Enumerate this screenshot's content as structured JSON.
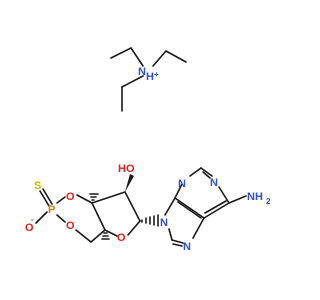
{
  "colors": {
    "bond": "#1a1a1a",
    "nitrogen": "#3050d8",
    "oxygen": "#e0201c",
    "phosphorus": "#e07a10",
    "sulfur": "#c8b400"
  },
  "triethylammonium": {
    "n_label": "N",
    "h_label": "H",
    "charge": "+"
  },
  "ribose_phosphate": {
    "s_label": "S",
    "p_label": "P",
    "o_ring_top": "O",
    "o_ring_bottom": "O",
    "o_minus_label": "O",
    "o_minus_charge": "-",
    "ho_label": "HO",
    "o_furanose": "O"
  },
  "adenine": {
    "n_a": "N",
    "n_b": "N",
    "n_c": "N",
    "n_d": "N",
    "n_e": "N",
    "nh2_label": "NH",
    "nh2_sub": "2"
  }
}
